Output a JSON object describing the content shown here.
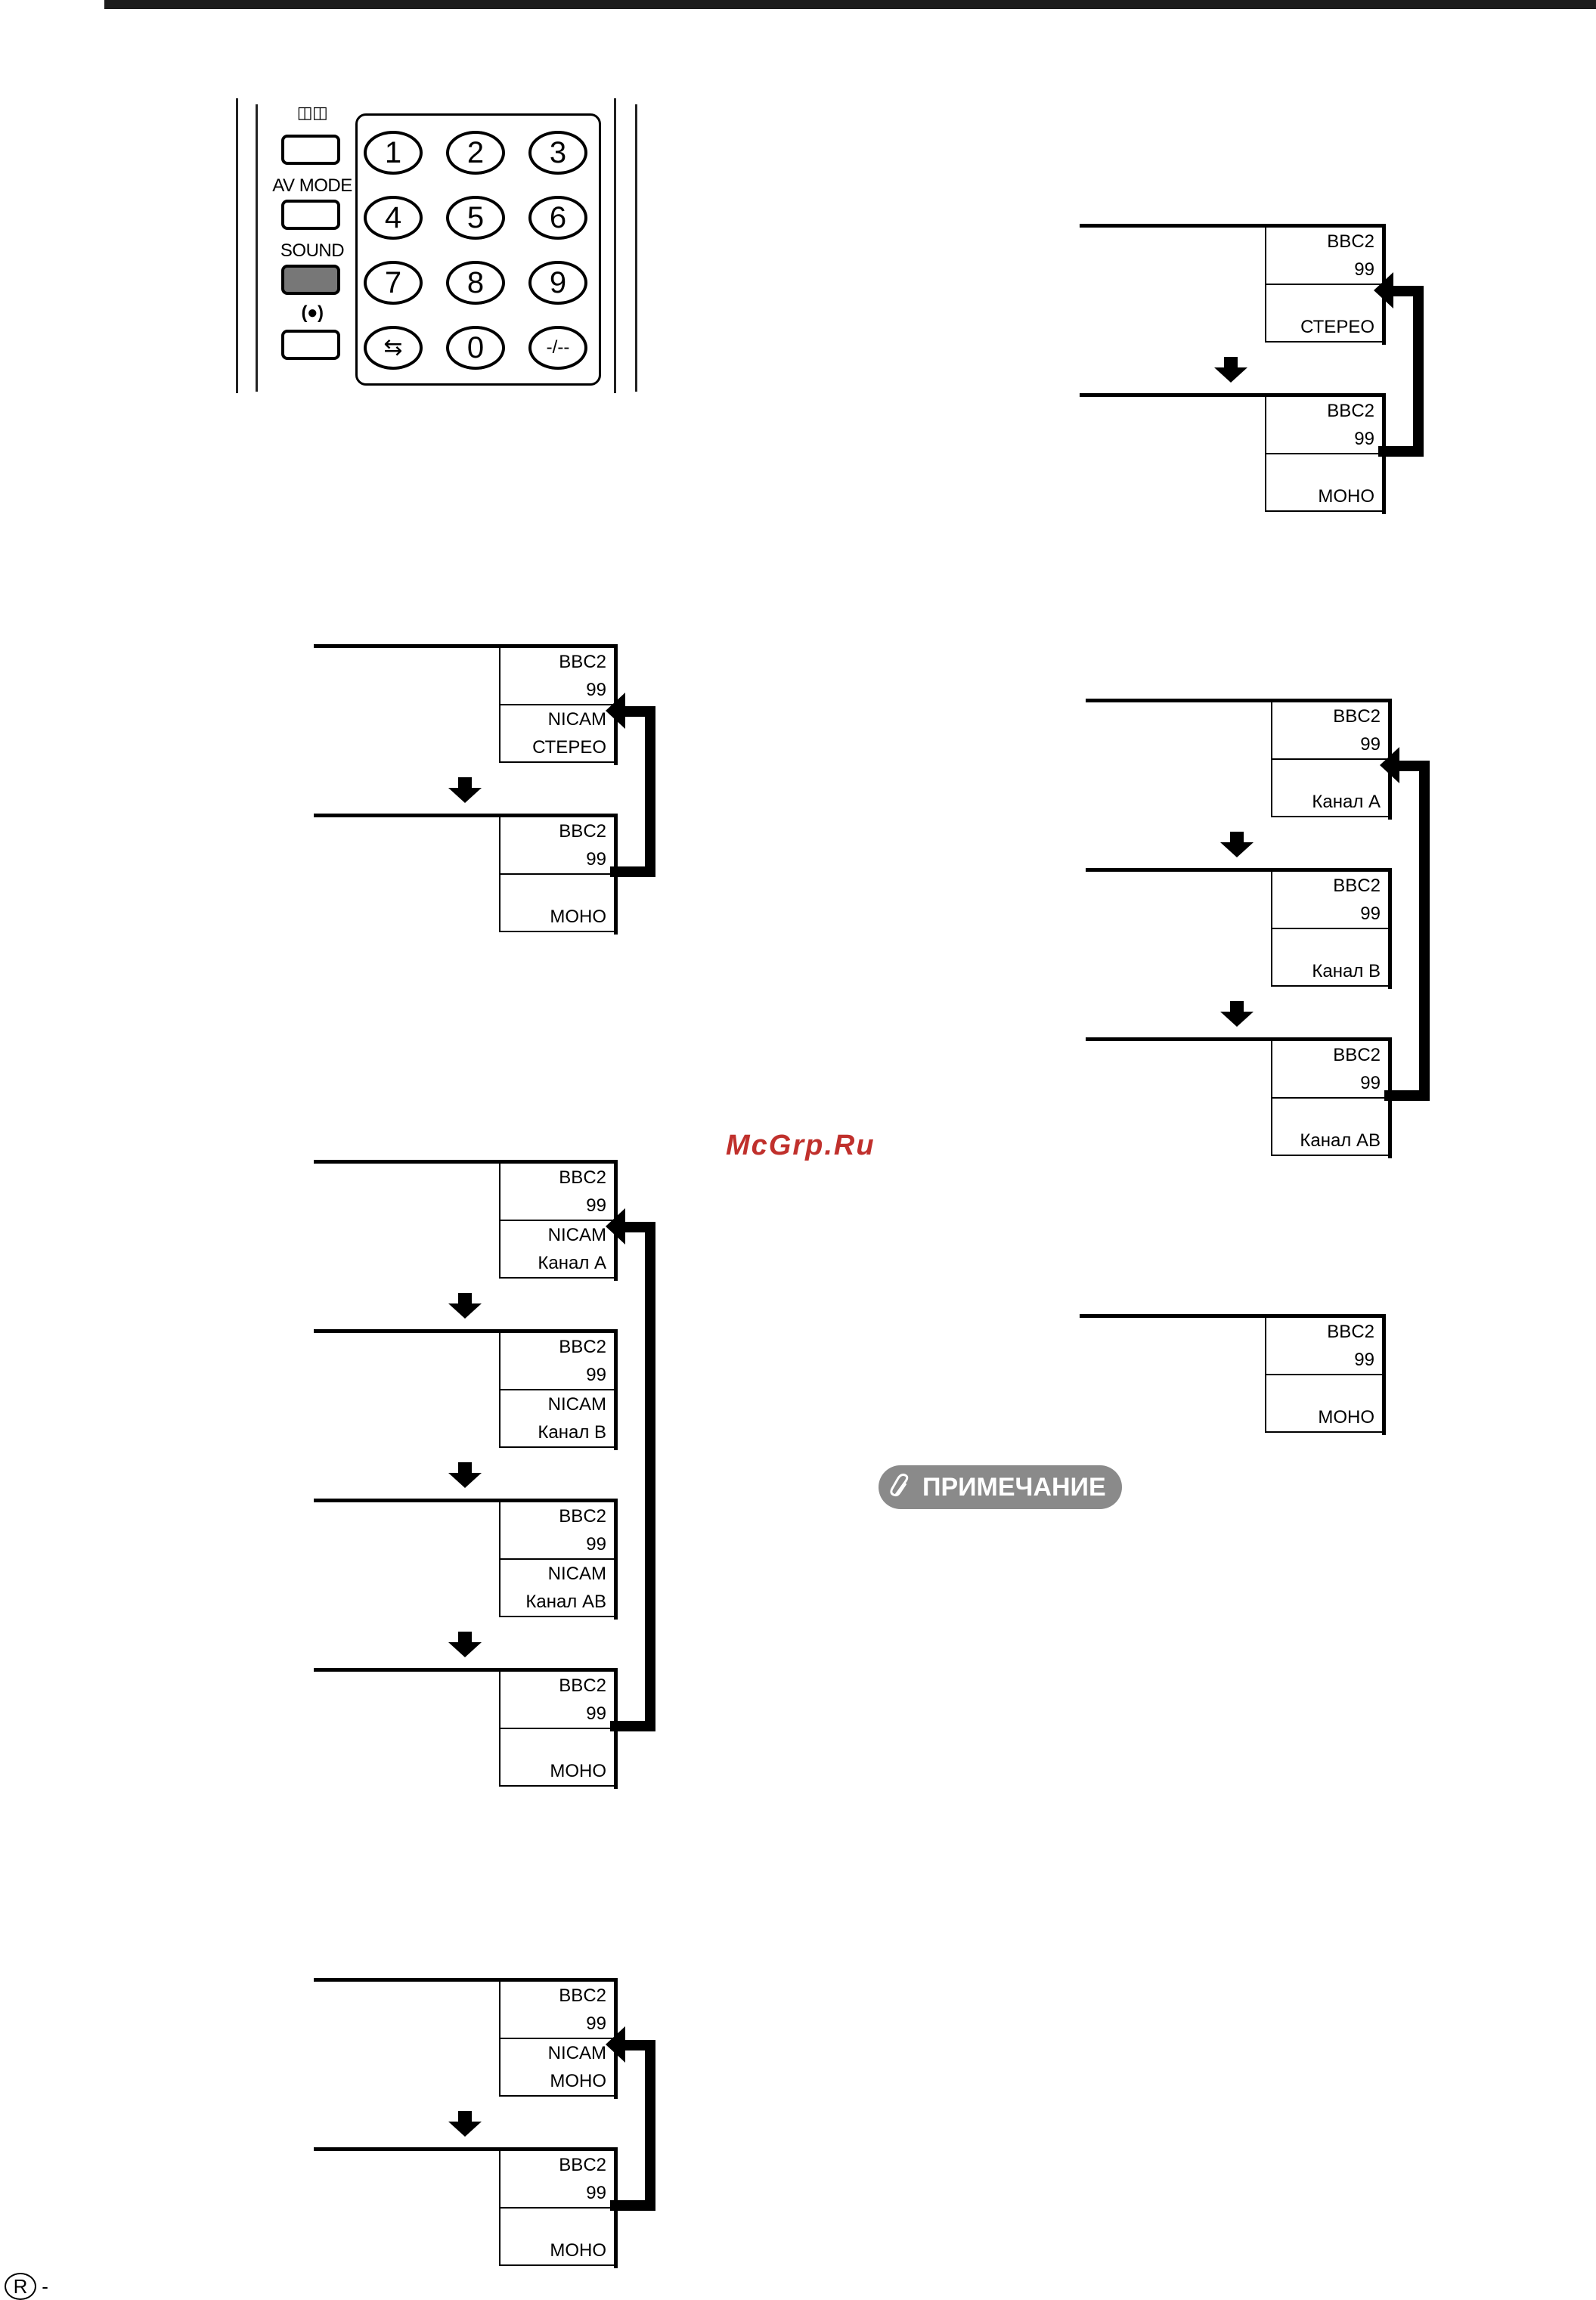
{
  "remote": {
    "top_icons": "◫◫",
    "av_mode": "AV MODE",
    "sound": "SOUND",
    "surround_icon": "(●)",
    "keys": [
      "1",
      "2",
      "3",
      "4",
      "5",
      "6",
      "7",
      "8",
      "9",
      "⇆",
      "0",
      "-/--"
    ]
  },
  "screens": {
    "nicam_stereo": [
      {
        "lines": [
          "BBC2",
          "99",
          "NICAM",
          "СТЕРЕО"
        ]
      },
      {
        "lines": [
          "BBC2",
          "99",
          "",
          "МОНО"
        ]
      }
    ],
    "nicam_dual": [
      {
        "lines": [
          "BBC2",
          "99",
          "NICAM",
          "Канал А"
        ]
      },
      {
        "lines": [
          "BBC2",
          "99",
          "NICAM",
          "Канал В"
        ]
      },
      {
        "lines": [
          "BBC2",
          "99",
          "NICAM",
          "Канал АВ"
        ]
      },
      {
        "lines": [
          "BBC2",
          "99",
          "",
          "МОНО"
        ]
      }
    ],
    "nicam_mono": [
      {
        "lines": [
          "BBC2",
          "99",
          "NICAM",
          "МОНО"
        ]
      },
      {
        "lines": [
          "BBC2",
          "99",
          "",
          "МОНО"
        ]
      }
    ],
    "a2_stereo": [
      {
        "lines": [
          "BBC2",
          "99",
          "",
          "СТЕРЕО"
        ]
      },
      {
        "lines": [
          "BBC2",
          "99",
          "",
          "МОНО"
        ]
      }
    ],
    "a2_dual": [
      {
        "lines": [
          "BBC2",
          "99",
          "",
          "Канал А"
        ]
      },
      {
        "lines": [
          "BBC2",
          "99",
          "",
          "Канал В"
        ]
      },
      {
        "lines": [
          "BBC2",
          "99",
          "",
          "Канал АВ"
        ]
      }
    ],
    "mono_only": [
      {
        "lines": [
          "BBC2",
          "99",
          "",
          "МОНО"
        ]
      }
    ]
  },
  "watermark": "McGrp.Ru",
  "note_label": "ПРИМЕЧАНИЕ",
  "page_mark": {
    "symbol": "R",
    "suffix": "-"
  }
}
